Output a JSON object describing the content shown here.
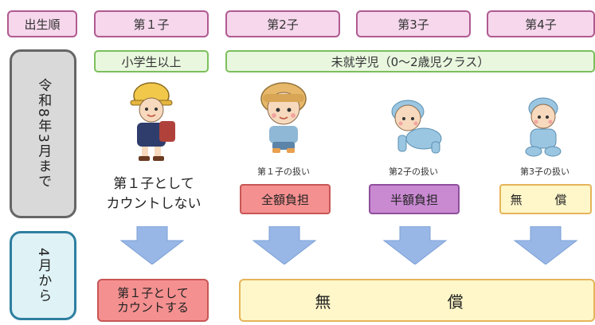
{
  "header": {
    "birth_order": "出生順",
    "children": [
      "第１子",
      "第2子",
      "第3子",
      "第4子"
    ]
  },
  "groups": {
    "elementary": "小学生以上",
    "preschool": "未就学児（0～2歳児クラス）"
  },
  "side": {
    "before": "令和8年3月まで",
    "after": "4月から"
  },
  "before_row": {
    "first_child_text": "第１子として\nカウントしない",
    "notes": [
      "第１子の扱い",
      "第2子の扱い",
      "第3子の扱い"
    ],
    "burdens": [
      "全額負担",
      "半額負担",
      "無 償"
    ]
  },
  "after_row": {
    "first_child_text": "第１子として\nカウントする",
    "free_text": "無 償"
  },
  "colors": {
    "header_bg": "#f6d7ec",
    "group_bg": "#e9f7df",
    "arrow": "#98b7e6",
    "full": "#f59090",
    "half": "#c98ad2",
    "free": "#fff7c9"
  },
  "icons": [
    "schoolchild-icon",
    "toddler-icon",
    "crawling-baby-icon",
    "sitting-baby-icon",
    "down-arrow-icon"
  ]
}
